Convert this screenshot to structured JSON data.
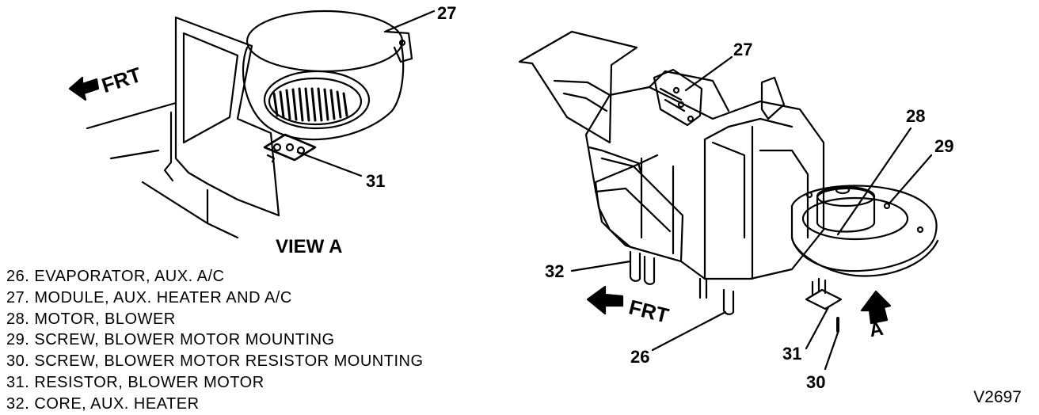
{
  "view_a": {
    "title": "VIEW A",
    "front_label": "FRT",
    "callouts": [
      "27",
      "31"
    ]
  },
  "main_view": {
    "front_label": "FRT",
    "view_marker": "A",
    "callouts": [
      "27",
      "28",
      "29",
      "32",
      "26",
      "31",
      "30"
    ]
  },
  "legend": [
    {
      "num": "26.",
      "text": "EVAPORATOR, AUX. A/C"
    },
    {
      "num": "27.",
      "text": "MODULE, AUX. HEATER AND A/C"
    },
    {
      "num": "28.",
      "text": "MOTOR, BLOWER"
    },
    {
      "num": "29.",
      "text": "SCREW, BLOWER MOTOR MOUNTING"
    },
    {
      "num": "30.",
      "text": "SCREW, BLOWER MOTOR RESISTOR MOUNTING"
    },
    {
      "num": "31.",
      "text": "RESISTOR, BLOWER MOTOR"
    },
    {
      "num": "32.",
      "text": "CORE, AUX. HEATER"
    }
  ],
  "figure_code": "V2697"
}
